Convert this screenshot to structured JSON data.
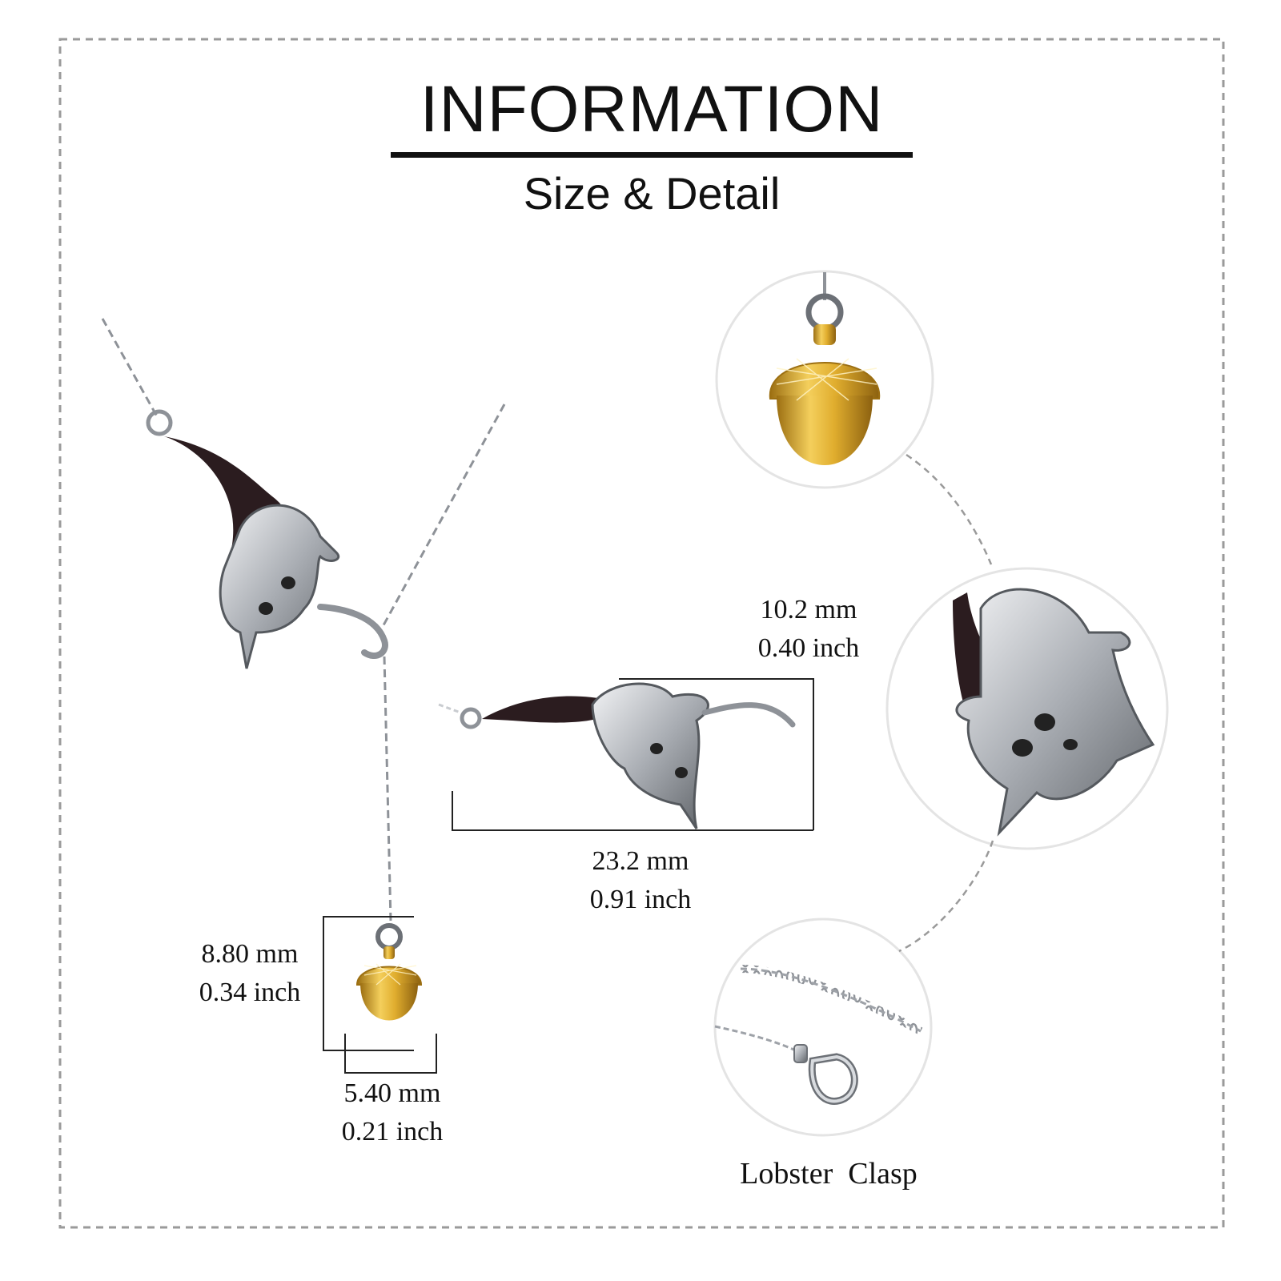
{
  "header": {
    "title": "INFORMATION",
    "subtitle": "Size & Detail"
  },
  "dimensions": {
    "charm_height": {
      "mm": "10.2 mm",
      "inch": "0.40 inch"
    },
    "charm_width": {
      "mm": "23.2 mm",
      "inch": "0.91 inch"
    },
    "acorn_height": {
      "mm": "8.80 mm",
      "inch": "0.34 inch"
    },
    "acorn_width": {
      "mm": "5.40 mm",
      "inch": "0.21 inch"
    }
  },
  "details": {
    "clasp_label": "Lobster  Clasp"
  },
  "colors": {
    "silver": "#b8bcc2",
    "dark_enamel": "#2b1c1f",
    "gold": "#e0ad2e",
    "frame_dash": "#9a9a9a",
    "circle_border": "#e4e4e4",
    "text": "#111111"
  },
  "icons": [
    "squirrel-charm-icon",
    "acorn-pendant-icon",
    "chain-icon",
    "lobster-clasp-icon"
  ]
}
